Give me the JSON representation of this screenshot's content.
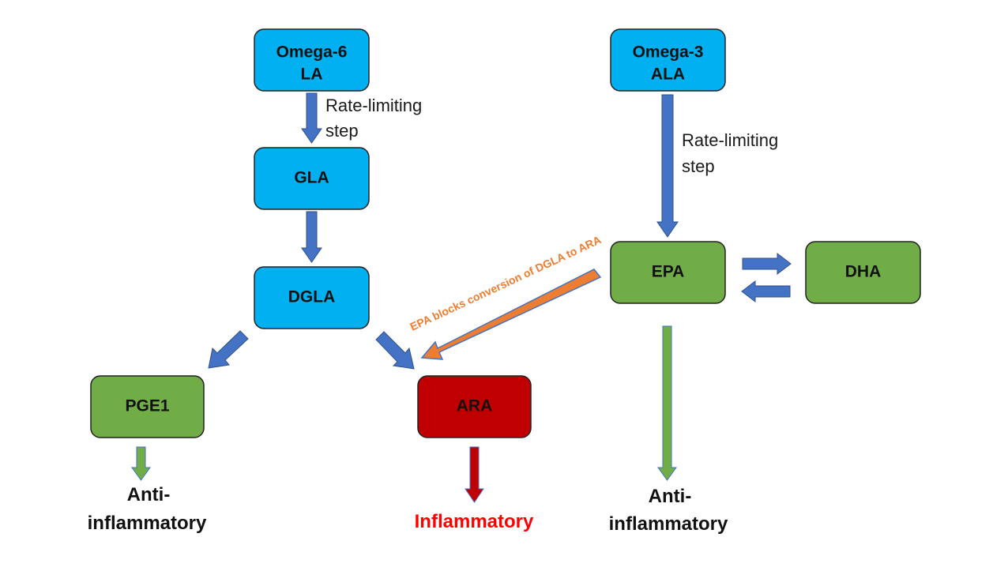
{
  "colors": {
    "omega_box": "#00b0f0",
    "green_box": "#70ad47",
    "red_box": "#c00000",
    "blue_arrow": "#4472c4",
    "green_arrow": "#70ad47",
    "red_arrow": "#c00000",
    "orange_arrow": "#ed7d31",
    "inflammatory_text": "#ff0000",
    "text": "#111111"
  },
  "nodes": {
    "omega6": {
      "line1": "Omega-6",
      "line2": "LA"
    },
    "omega3": {
      "line1": "Omega-3",
      "line2": "ALA"
    },
    "gla": {
      "label": "GLA"
    },
    "dgla": {
      "label": "DGLA"
    },
    "epa": {
      "label": "EPA"
    },
    "dha": {
      "label": "DHA"
    },
    "pge1": {
      "label": "PGE1"
    },
    "ara": {
      "label": "ARA"
    }
  },
  "labels": {
    "rate_limiting_left": {
      "line1": "Rate-limiting",
      "line2": "step"
    },
    "rate_limiting_right": {
      "line1": "Rate-limiting",
      "line2": "step"
    }
  },
  "outcomes": {
    "anti_left": {
      "line1": "Anti-",
      "line2": "inflammatory"
    },
    "inflammatory": {
      "text": "Inflammatory"
    },
    "anti_right": {
      "line1": "Anti-",
      "line2": "inflammatory"
    }
  },
  "annotation": {
    "text": "EPA blocks conversion of DGLA to ARA"
  }
}
